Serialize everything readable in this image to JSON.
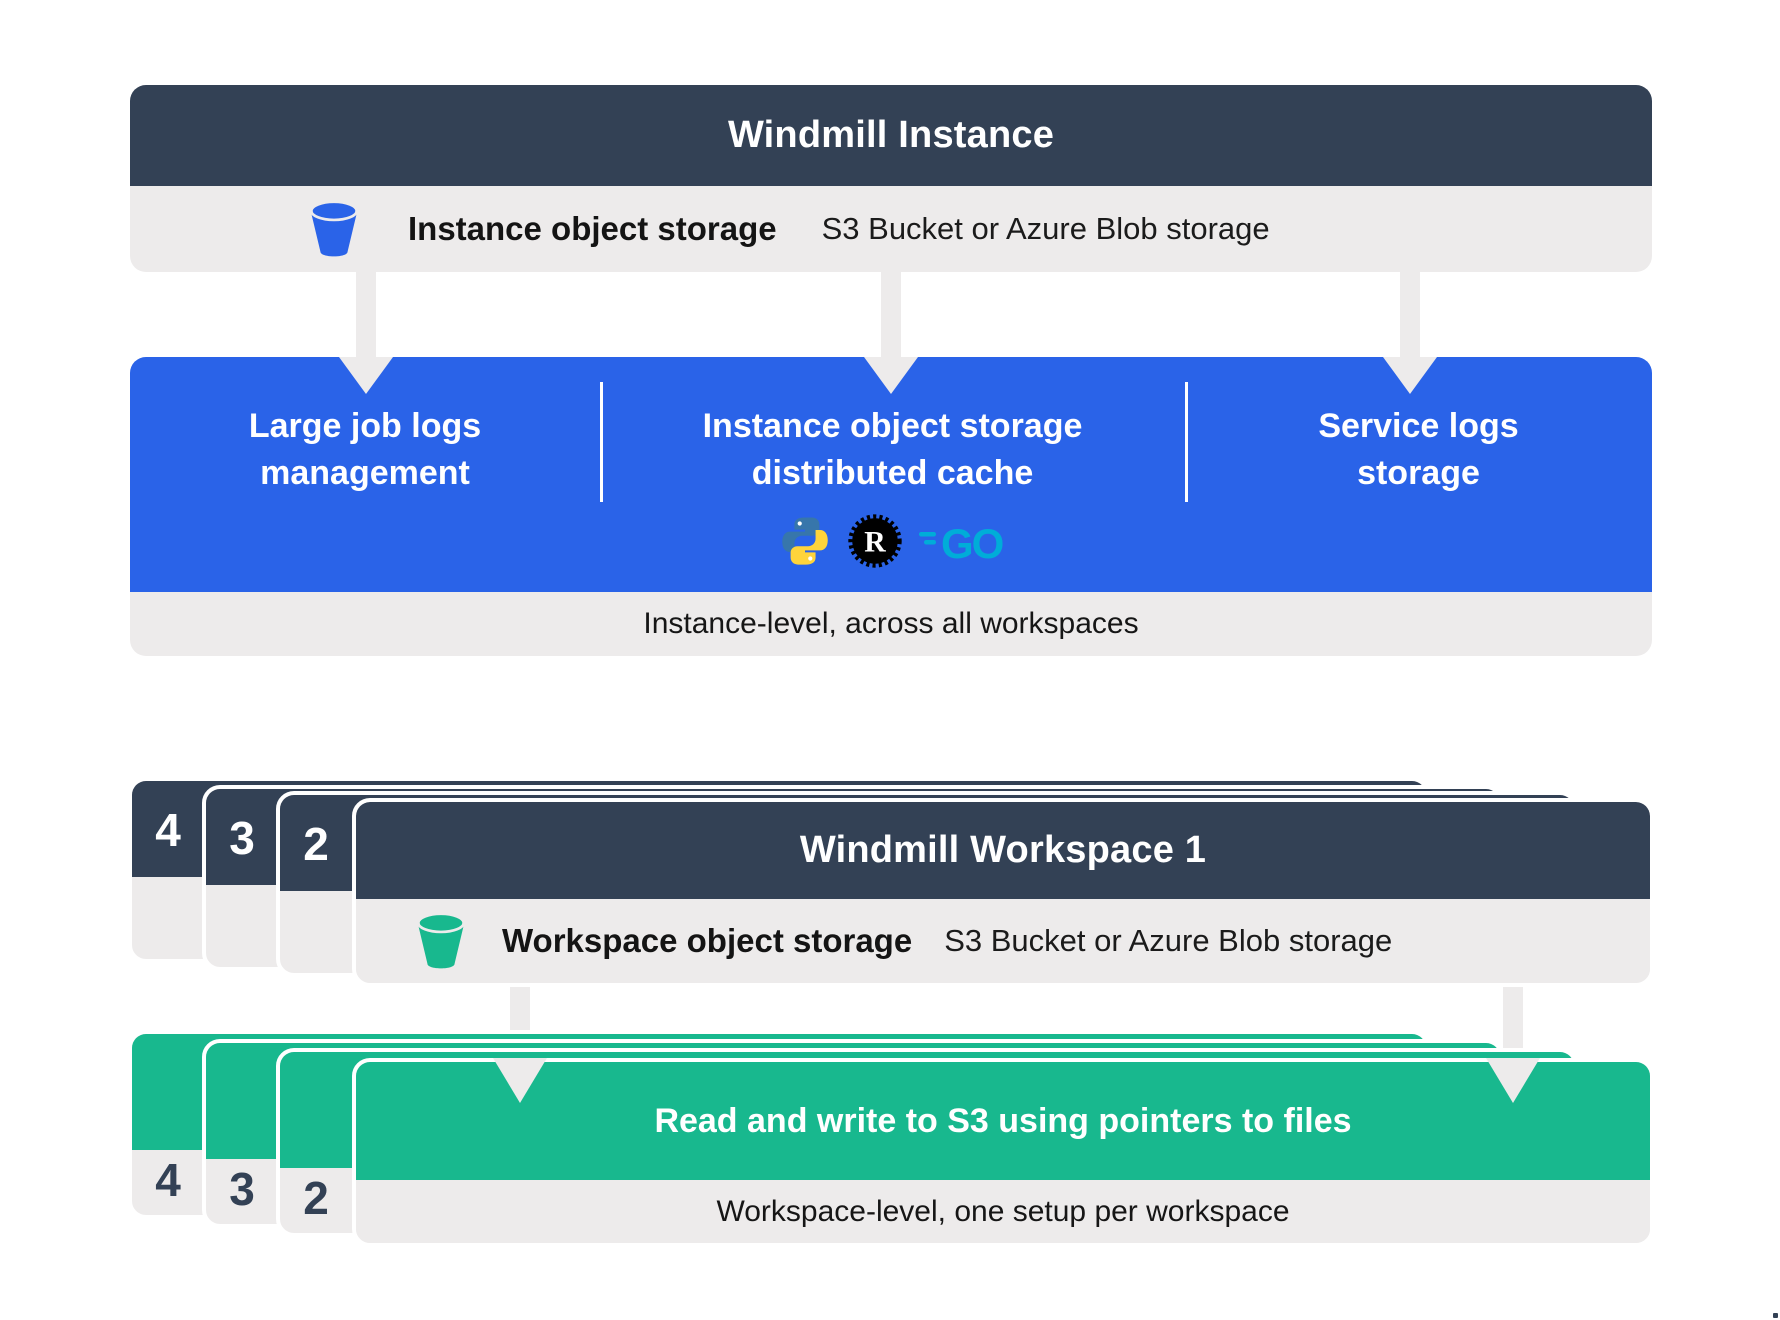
{
  "colors": {
    "slate_header": "#334155",
    "blue_accent": "#2A63E8",
    "green_accent": "#18B88E",
    "panel_gray": "#EDEBEB",
    "python_blue": "#3776AB",
    "python_yellow": "#FFD43B",
    "rust_black": "#000000",
    "go_teal": "#00ADD8"
  },
  "instance": {
    "title": "Windmill Instance",
    "storage": {
      "icon": "bucket-icon",
      "label": "Instance object storage",
      "detail": "S3 Bucket or Azure Blob storage"
    },
    "features": [
      {
        "line1": "Large job logs",
        "line2": "management"
      },
      {
        "line1": "Instance object storage",
        "line2": "distributed cache"
      },
      {
        "line1": "Service logs",
        "line2": "storage"
      }
    ],
    "languages": {
      "icons": [
        "python-icon",
        "rust-icon",
        "go-icon"
      ],
      "rust_letter": "R",
      "go_text": "GO"
    },
    "footer": "Instance-level, across all workspaces"
  },
  "workspace": {
    "stack_numbers": [
      "4",
      "3",
      "2"
    ],
    "title": "Windmill Workspace 1",
    "storage": {
      "icon": "bucket-icon",
      "label": "Workspace object storage",
      "detail": "S3 Bucket or Azure Blob storage"
    },
    "action": "Read and write to S3 using pointers to files",
    "footer": "Workspace-level, one setup per workspace"
  }
}
